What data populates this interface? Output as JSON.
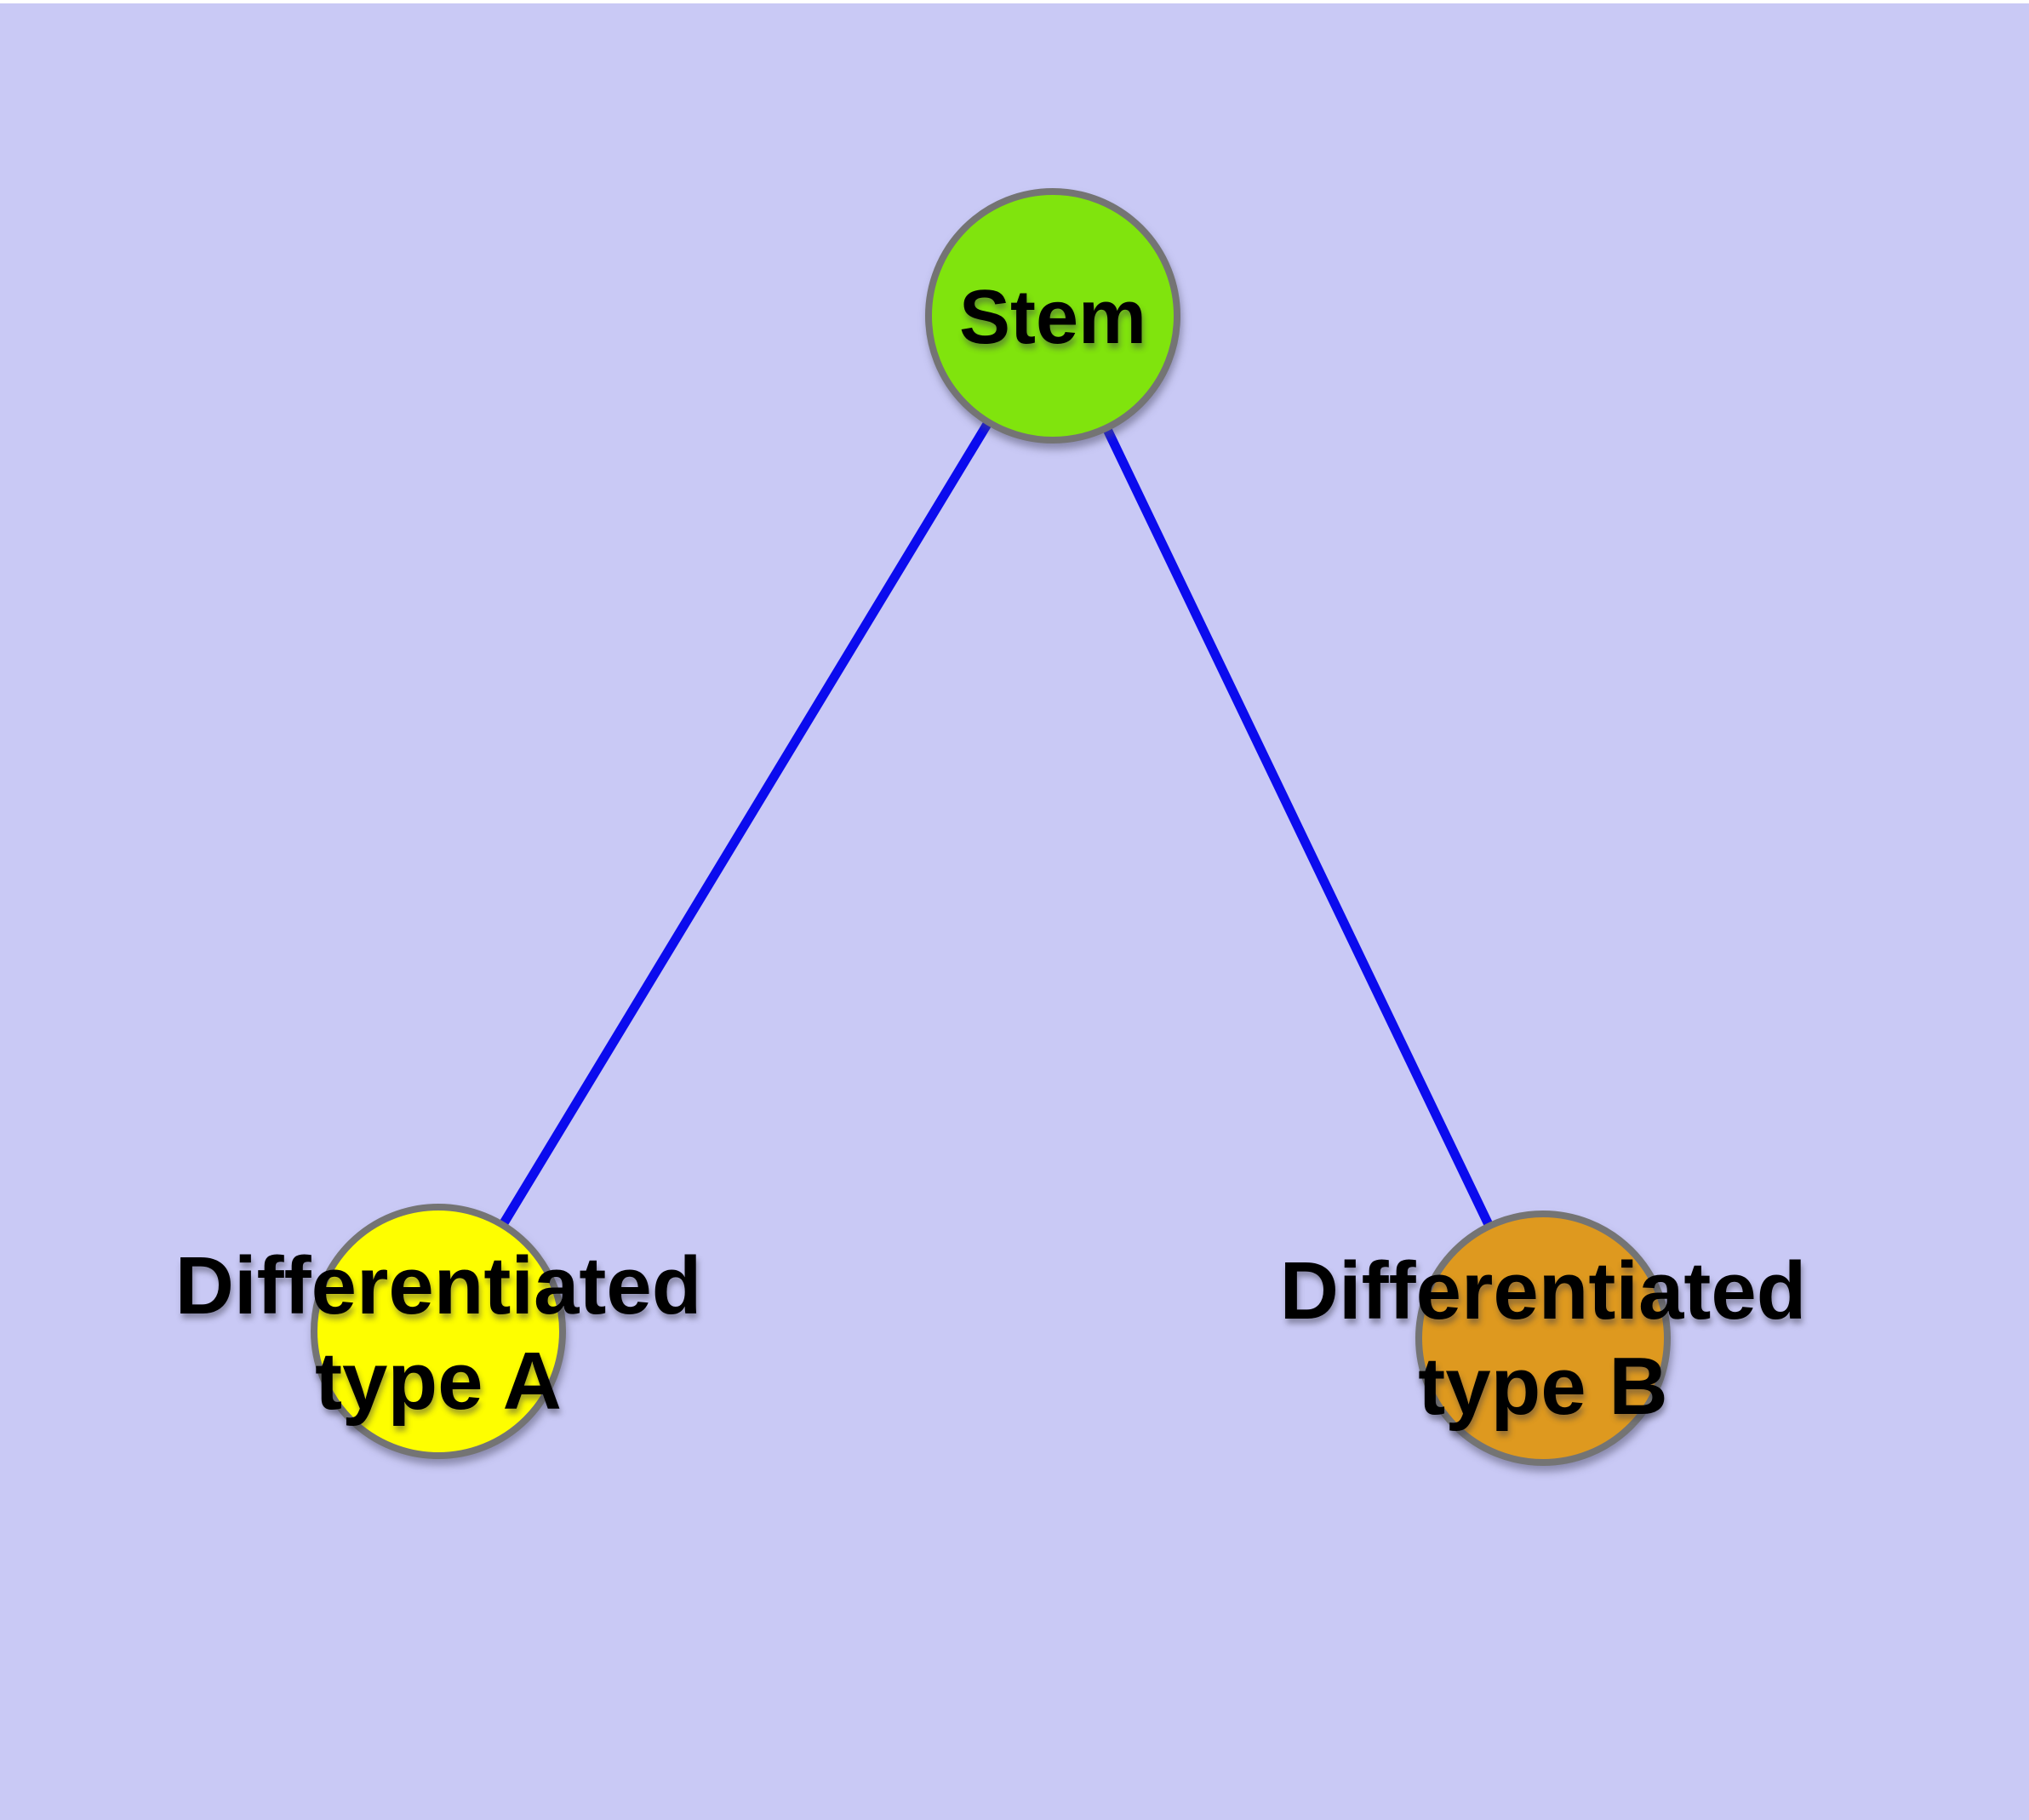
{
  "diagram": {
    "background_color": "#c9c9f5",
    "edge_color": "#0b0bee",
    "node_border_color": "#747474",
    "label_color": "#000000",
    "nodes": [
      {
        "id": "stem",
        "label_lines": [
          "Stem"
        ],
        "fill": "#80e40d"
      },
      {
        "id": "differentiated-type-a",
        "label_lines": [
          "Differentiated",
          "type A"
        ],
        "fill": "#fefe00"
      },
      {
        "id": "differentiated-type-b",
        "label_lines": [
          "Differentiated",
          "type B"
        ],
        "fill": "#de991f"
      }
    ],
    "edges": [
      {
        "from": "stem",
        "to": "differentiated-type-a"
      },
      {
        "from": "stem",
        "to": "differentiated-type-b"
      }
    ]
  }
}
